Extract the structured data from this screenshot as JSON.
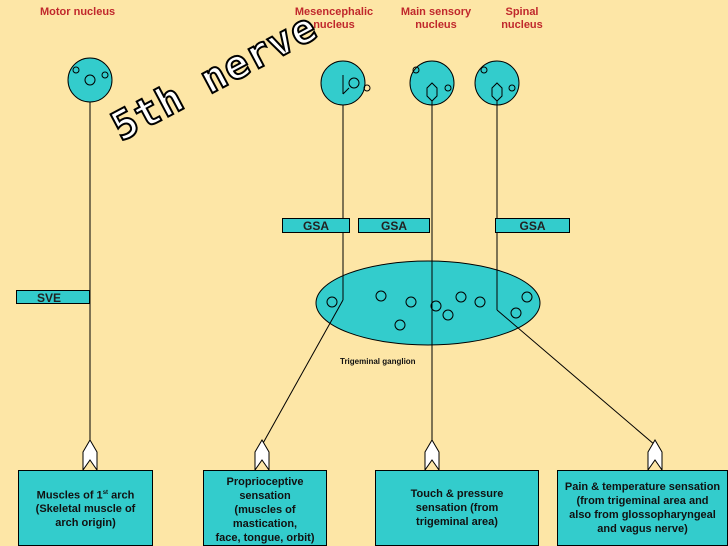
{
  "title": "5th nerve",
  "nuclei": {
    "motor": "Motor nucleus",
    "mesencephalic": [
      "Mesencephalic",
      "nucleus"
    ],
    "main_sensory": [
      "Main sensory",
      "nucleus"
    ],
    "spinal": [
      "Spinal",
      "nucleus"
    ]
  },
  "tags": {
    "gsa": "GSA",
    "sve": "SVE"
  },
  "ganglion_label": "Trigeminal ganglion",
  "boxes": {
    "muscles": {
      "line1_main": "Muscles of 1",
      "line1_sup": "st",
      "line1_end": " arch",
      "line2": "(Skeletal muscle of",
      "line3": "arch origin)"
    },
    "proprioceptive": [
      "Proprioceptive",
      "sensation",
      "(muscles of",
      "mastication,",
      "face, tongue, orbit)"
    ],
    "touch": [
      "Touch & pressure",
      "sensation (from",
      "trigeminal area)"
    ],
    "pain": [
      "Pain & temperature sensation",
      "(from trigeminal area and",
      "also from glossopharyngeal",
      "and vagus nerve)"
    ]
  },
  "colors": {
    "background": "#fde6a6",
    "fill": "#33cccc",
    "label": "#c0282c"
  }
}
